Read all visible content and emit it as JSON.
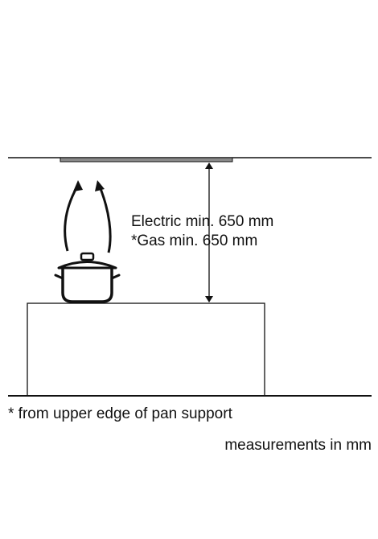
{
  "diagram": {
    "clearance_electric": "Electric min. 650 mm",
    "clearance_gas": "*Gas min. 650 mm",
    "footnote": "* from upper edge of pan support",
    "units_note": "measurements in mm"
  },
  "icons": {
    "hood": "cooker-hood-icon",
    "pot": "cooking-pot-icon",
    "steam": "steam-arrow-icon",
    "dimension": "double-arrow-icon"
  },
  "colors": {
    "line": "#111111",
    "hood_fill": "#8a8a8a",
    "background": "#ffffff"
  }
}
